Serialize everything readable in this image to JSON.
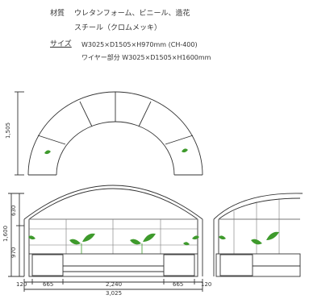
{
  "specs": {
    "material_label": "材質",
    "material_line1": "ウレタンフォーム、ビニール、造花",
    "material_line2": "スチール（クロムメッキ）",
    "size_label": "サイズ",
    "size_line1": "W3025×D1505×H970mm (CH-400)",
    "size_line2": "ワイヤー部分  W3025×D1505×H1600mm"
  },
  "plan_view": {
    "depth_label": "1,505"
  },
  "front_view": {
    "height_total": "1,600",
    "height_upper": "630",
    "height_lower": "970",
    "width_parts": [
      "120",
      "665",
      "2,240",
      "665",
      "120"
    ],
    "width_total": "3,025"
  },
  "colors": {
    "line": "#333333",
    "leaf": "#3e9a2c",
    "wire": "#777777"
  }
}
